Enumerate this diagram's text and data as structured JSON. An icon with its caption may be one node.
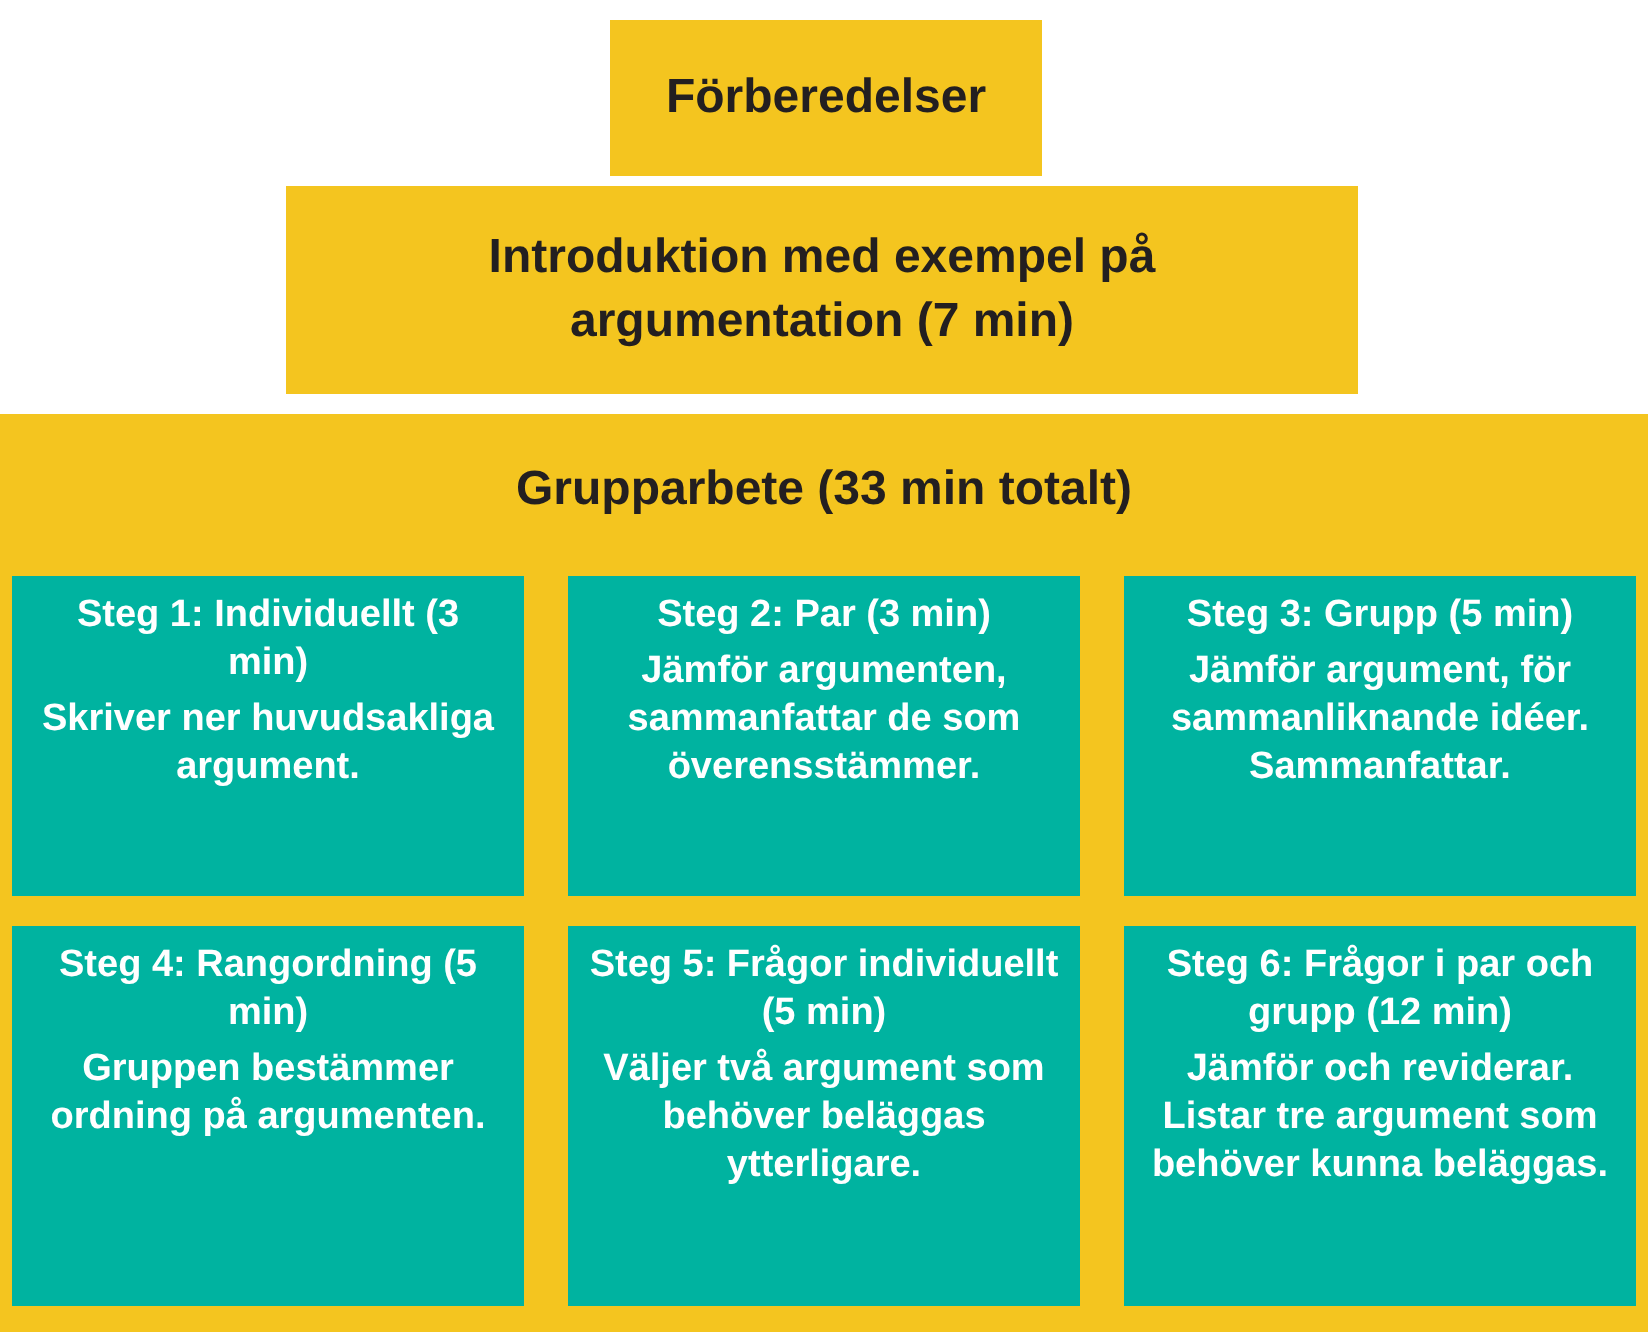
{
  "diagram": {
    "nodes": [
      {
        "text": [
          "Förberedelser"
        ]
      },
      {
        "text": [
          "Introduktion med exempel på argumentation (7 min)"
        ]
      },
      {
        "text": [
          "Grupparbete (33 min totalt)"
        ]
      },
      {
        "text": [
          "Steg 1: Individuellt (3 min)",
          "Skriver ner huvudsakliga argument."
        ],
        "in": 2
      },
      {
        "text": [
          "Steg 2: Par (3 min)",
          "Jämför argumenten, sammanfattar de som överensstämmer."
        ],
        "in": 2
      },
      {
        "text": [
          "Steg 3: Grupp (5 min)",
          "Jämför argument, för sammanliknande idéer. Sammanfattar."
        ],
        "in": 2
      },
      {
        "text": [
          "Steg 4: Rangordning (5 min)",
          "Gruppen bestämmer ordning på argumenten."
        ],
        "in": 2
      },
      {
        "text": [
          "Steg 5: Frågor individuellt (5 min)",
          "Väljer två argument som behöver beläggas ytterligare."
        ],
        "in": 2
      },
      {
        "text": [
          "Steg 6: Frågor i par och grupp (12 min)",
          "Jämför och reviderar. Listar tre argument som behöver kunna beläggas."
        ],
        "in": 2
      }
    ]
  }
}
